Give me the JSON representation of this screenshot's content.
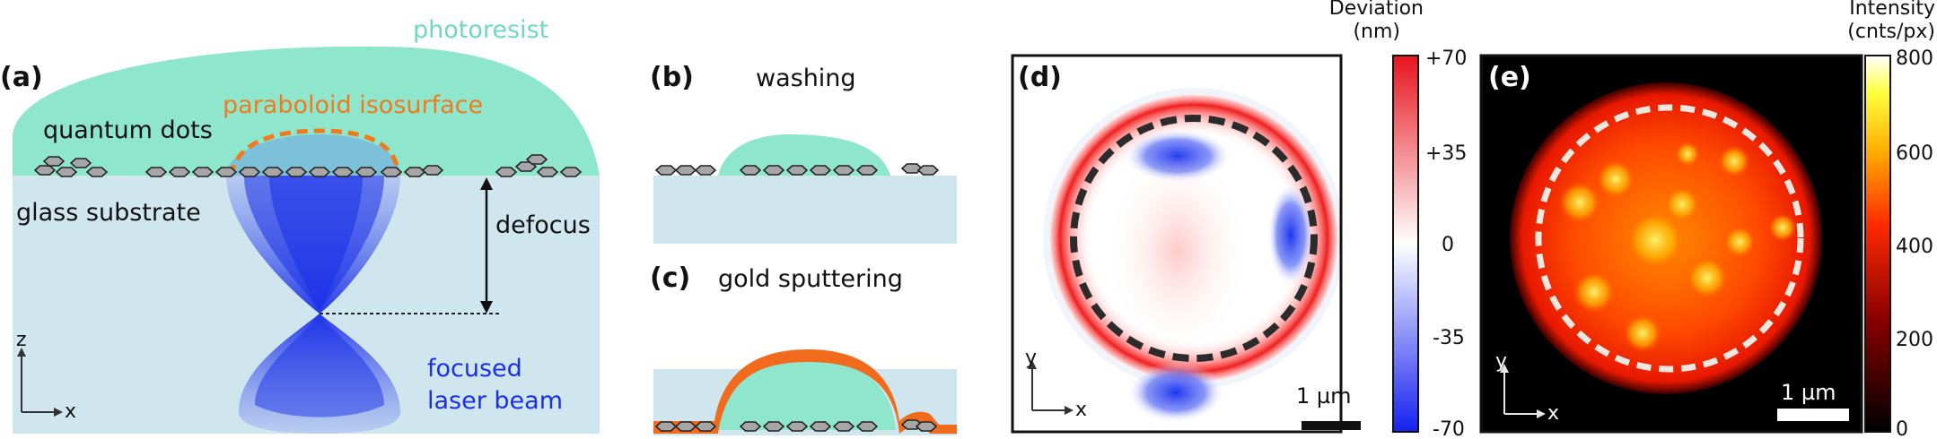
{
  "panel_a": {
    "label": "(a)",
    "photoresist": "photoresist",
    "paraboloid": "paraboloid isosurface",
    "quantum_dots": "quantum dots",
    "glass": "glass substrate",
    "defocus": "defocus",
    "focused": "focused",
    "laser_beam": "laser beam",
    "axis_z": "z",
    "axis_x": "x"
  },
  "panel_b": {
    "label": "(b)",
    "title": "washing"
  },
  "panel_c": {
    "label": "(c)",
    "title": "gold sputtering"
  },
  "panel_d": {
    "label": "(d)",
    "axis_y": "y",
    "axis_x": "x",
    "scalebar": "1 µm",
    "colorbar_title_1": "Deviation",
    "colorbar_title_2": "(nm)",
    "ticks": [
      "+70",
      "+35",
      "0",
      "-35",
      "-70"
    ]
  },
  "panel_e": {
    "label": "(e)",
    "axis_y": "y",
    "axis_x": "x",
    "scalebar": "1 µm",
    "colorbar_title_1": "Intensity",
    "colorbar_title_2": "(cnts/px)",
    "ticks": [
      "800",
      "600",
      "400",
      "200",
      "0"
    ]
  },
  "colors": {
    "photoresist": "#8ee6cc",
    "photoresist_text": "#6fd8c2",
    "paraboloid": "#f07a1e",
    "glass": "#cfe6ee",
    "laser": "#1a2fe8",
    "gold": "#f26b1d",
    "qd_fill": "#a6a6a6"
  }
}
